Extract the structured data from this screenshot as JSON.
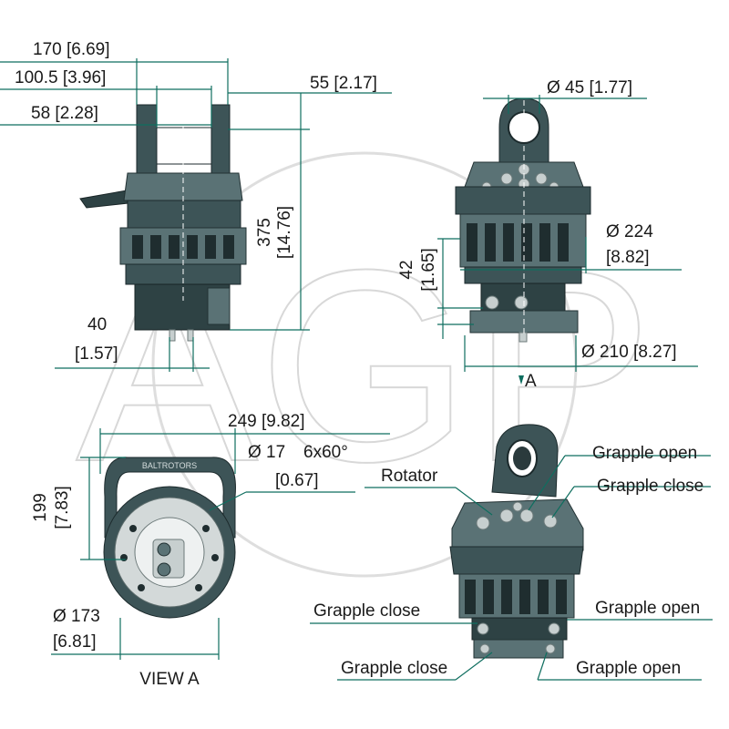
{
  "watermark": "AGP",
  "side_view": {
    "dim_width": "170 [6.69]",
    "dim_eye_span": "100.5 [3.96]",
    "dim_eye_inner": "58 [2.28]",
    "dim_top_offset": "55 [2.17]",
    "dim_height_mm": "375",
    "dim_height_in": "[14.76]",
    "dim_port_mm": "40",
    "dim_port_in": "[1.57]"
  },
  "front_view": {
    "dim_pin": "Ø 45 [1.77]",
    "dim_housing_mm": "Ø 224",
    "dim_housing_in": "[8.82]",
    "dim_port_height_mm": "42",
    "dim_port_height_in": "[1.65]",
    "dim_flange": "Ø 210 [8.27]",
    "view_marker": "A"
  },
  "bottom_view": {
    "dim_total": "249 [9.82]",
    "dim_bolt_hole": "Ø 17",
    "dim_bolt_pattern": "6x60°",
    "dim_bolt_hole_in": "[0.67]",
    "dim_depth_mm": "199",
    "dim_depth_in": "[7.83]",
    "dim_flange_mm": "Ø 173",
    "dim_flange_in": "[6.81]",
    "brand_text": "BALTROTORS",
    "caption": "VIEW A"
  },
  "iso_view": {
    "labels": {
      "rotator": "Rotator",
      "grapple_open_top": "Grapple open",
      "grapple_close_top": "Grapple close",
      "grapple_close_mid": "Grapple close",
      "grapple_open_mid": "Grapple open",
      "grapple_close_bottom": "Grapple close",
      "grapple_open_bottom": "Grapple open"
    }
  }
}
